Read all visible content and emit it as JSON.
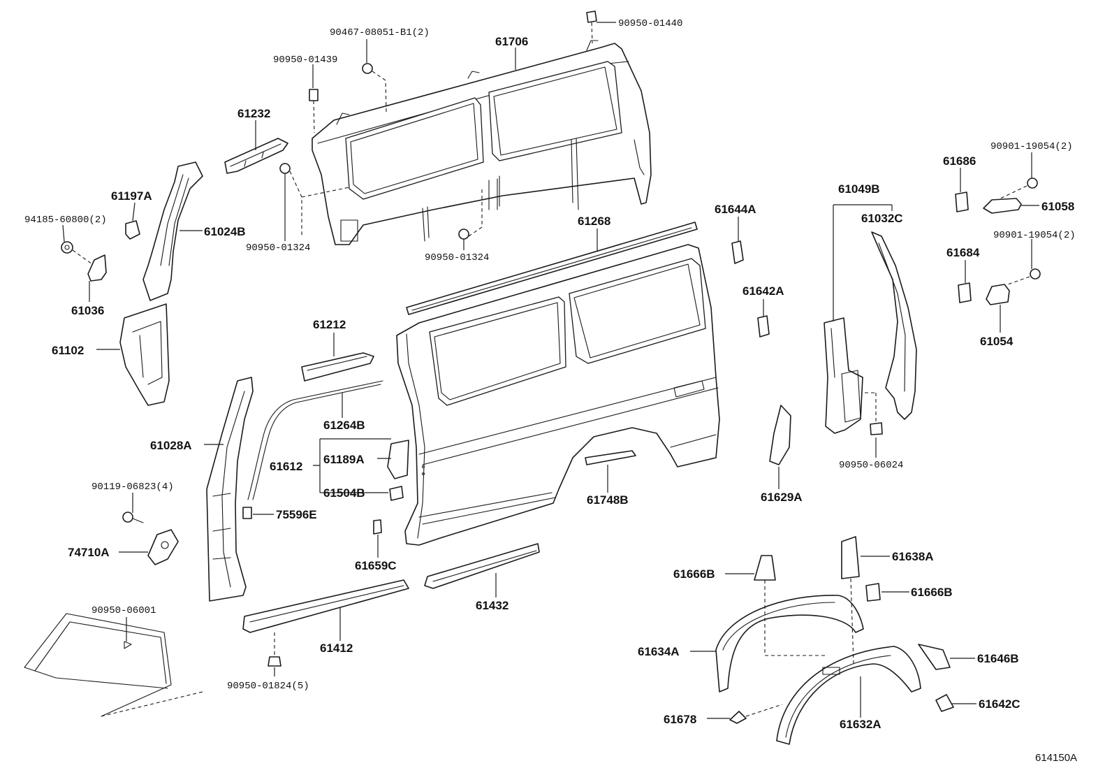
{
  "diagram_code": "614150A",
  "labels": {
    "p90950_01440": "90950-01440",
    "p90467": "90467-08051-B1(2)",
    "p61706": "61706",
    "p90950_01439": "90950-01439",
    "p61232": "61232",
    "p90901_a": "90901-19054(2)",
    "p61686": "61686",
    "p61197A": "61197A",
    "p94185": "94185-60800(2)",
    "p61024B": "61024B",
    "p61644A": "61644A",
    "p61268": "61268",
    "p61049B": "61049B",
    "p61058": "61058",
    "p61032C": "61032C",
    "p90901_b": "90901-19054(2)",
    "p90950_01324_a": "90950-01324",
    "p90950_01324_b": "90950-01324",
    "p61684": "61684",
    "p61036": "61036",
    "p61642A": "61642A",
    "p61212": "61212",
    "p61054": "61054",
    "p61102": "61102",
    "p61264B": "61264B",
    "p61028A": "61028A",
    "p61612": "61612",
    "p61189A": "61189A",
    "p90950_06024": "90950-06024",
    "p90119": "90119-06823(4)",
    "p61504B": "61504B",
    "p61748B": "61748B",
    "p61629A": "61629A",
    "p75596E": "75596E",
    "p74710A": "74710A",
    "p61659C": "61659C",
    "p61638A": "61638A",
    "p61666B_a": "61666B",
    "p61666B_b": "61666B",
    "p61432": "61432",
    "p90950_06001": "90950-06001",
    "p61412": "61412",
    "p61634A": "61634A",
    "p61646B": "61646B",
    "p90950_01824": "90950-01824(5)",
    "p61642C": "61642C",
    "p61678": "61678",
    "p61632A": "61632A"
  }
}
